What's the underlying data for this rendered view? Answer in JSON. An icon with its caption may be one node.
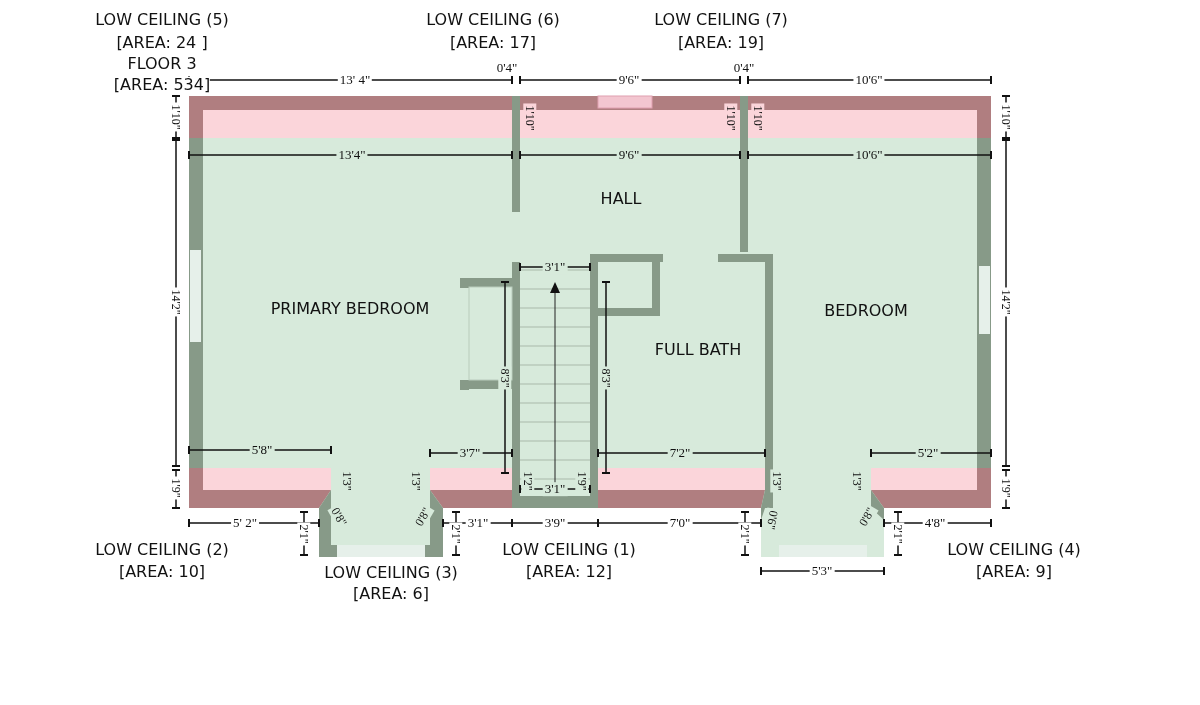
{
  "diagram": {
    "nodes": [
      {
        "text": [
          "PRIMARY BEDROOM"
        ]
      },
      {
        "text": [
          "HALL"
        ]
      },
      {
        "text": [
          "FULL BATH"
        ]
      },
      {
        "text": [
          "BEDROOM"
        ]
      }
    ],
    "labels": [
      "LOW CEILING (5)",
      "[AREA: 24 ]",
      "FLOOR 3",
      "[AREA: 534]",
      "LOW CEILING (6)",
      "[AREA: 17]",
      "LOW CEILING (7)",
      "[AREA: 19]",
      "13' 4\"",
      "0'4\"",
      "9'6\"",
      "0'4\"",
      "10'6\"",
      "1'10\"",
      "1'10\"",
      "1'10\"",
      "1'10\"",
      "1'10\"",
      "13'4\"",
      "9'6\"",
      "10'6\"",
      "3'1\"",
      "14'2\"",
      "8'3\"",
      "8'3\"",
      "14'2\"",
      "5'8\"",
      "3'7\"",
      "7'2\"",
      "5'2\"",
      "1'9\"",
      "1'3\"",
      "1'3\"",
      "1'2\"",
      "3'1\"",
      "1'9\"",
      "1'3\"",
      "1'3\"",
      "1'9\"",
      "0'8\"",
      "0'8\"",
      "0'6\"",
      "0'8\"",
      "5' 2\"",
      "2'1\"",
      "2'1\"",
      "3'1\"",
      "3'9\"",
      "7'0\"",
      "2'1\"",
      "2'1\"",
      "4'8\"",
      "LOW CEILING (2)",
      "[AREA: 10]",
      "5'3\"",
      "LOW CEILING (3)",
      "[AREA: 6]",
      "LOW CEILING (1)",
      "[AREA: 12]",
      "LOW CEILING (4)",
      "[AREA: 9]"
    ]
  }
}
